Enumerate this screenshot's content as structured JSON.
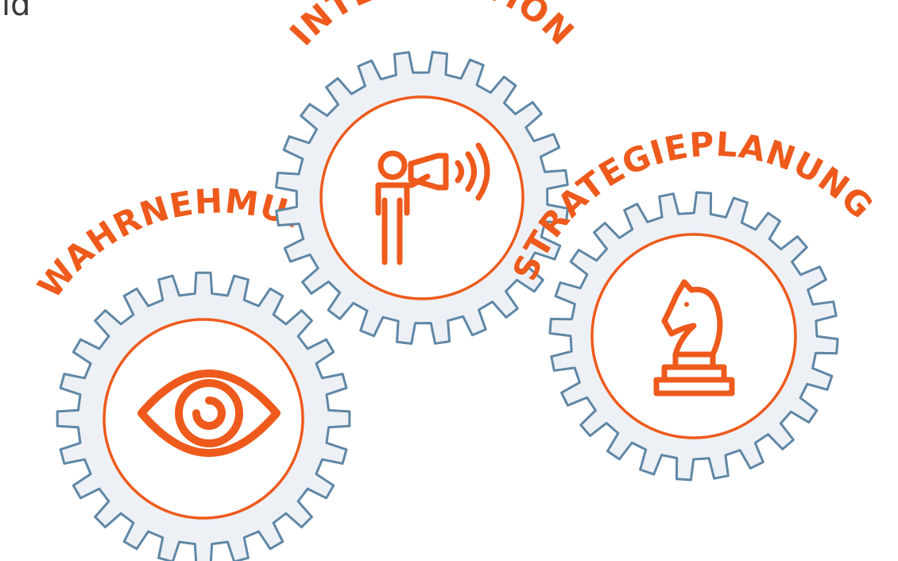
{
  "corner_fragment": "ıd",
  "colors": {
    "accent": "#ee5a1c",
    "gear_fill": "#edf1f5",
    "gear_stroke": "#5f87a6",
    "background": "#ffffff"
  },
  "gears": [
    {
      "label": "WAHRNEHMUNG",
      "icon": "eye-icon"
    },
    {
      "label": "INTERVENTION",
      "icon": "megaphone-person-icon"
    },
    {
      "label": "STRATEGIEPLANUNG",
      "icon": "chess-knight-icon"
    }
  ]
}
